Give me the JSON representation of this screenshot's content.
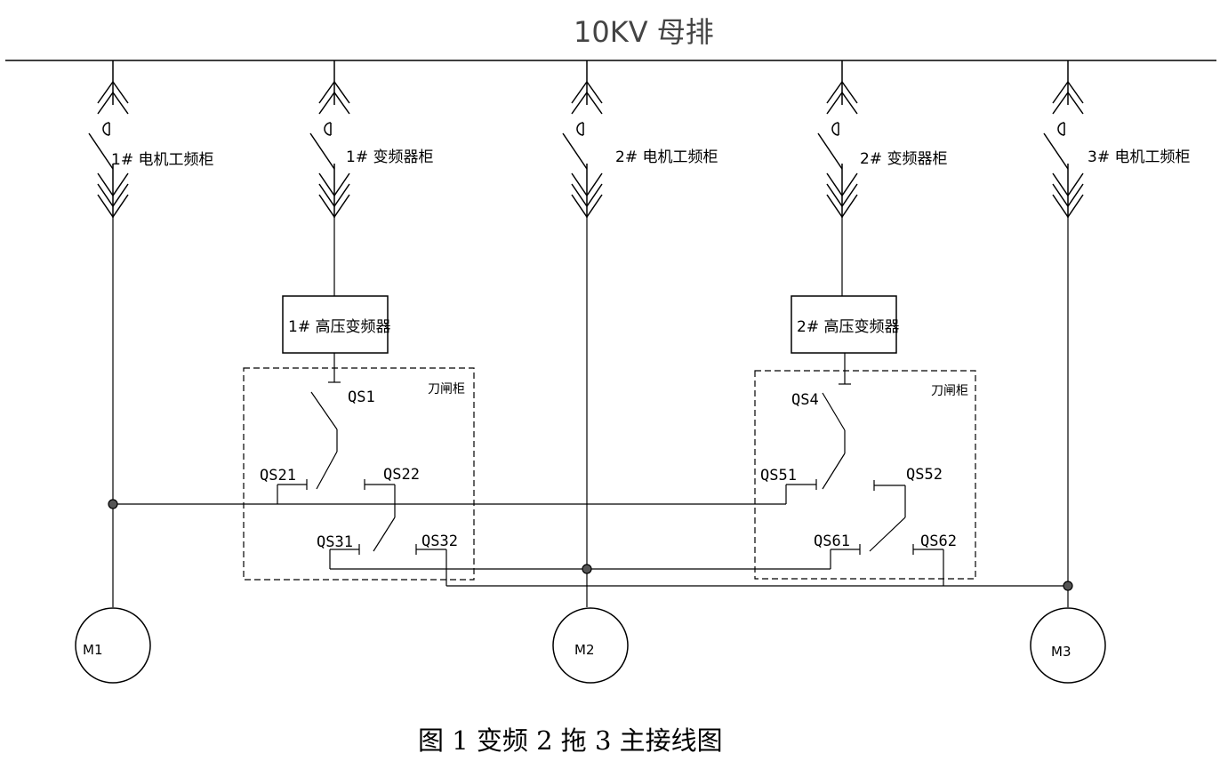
{
  "bus_label": "10KV 母排",
  "feeders": [
    {
      "id": "f1",
      "label": "1# 电机工频柜"
    },
    {
      "id": "f2",
      "label": "1# 变频器柜"
    },
    {
      "id": "f3",
      "label": "2# 电机工频柜"
    },
    {
      "id": "f4",
      "label": "2# 变频器柜"
    },
    {
      "id": "f5",
      "label": "3# 电机工频柜"
    }
  ],
  "vfds": [
    {
      "id": "vfd1",
      "label": "1# 高压变频器"
    },
    {
      "id": "vfd2",
      "label": "2# 高压变频器"
    }
  ],
  "cabinet_label": "刀闸柜",
  "switches": {
    "qs1": "QS1",
    "qs21": "QS21",
    "qs22": "QS22",
    "qs31": "QS31",
    "qs32": "QS32",
    "qs4": "QS4",
    "qs51": "QS51",
    "qs52": "QS52",
    "qs61": "QS61",
    "qs62": "QS62"
  },
  "motors": [
    "M1",
    "M2",
    "M3"
  ],
  "caption": "图 1   变频 2 拖 3 主接线图"
}
